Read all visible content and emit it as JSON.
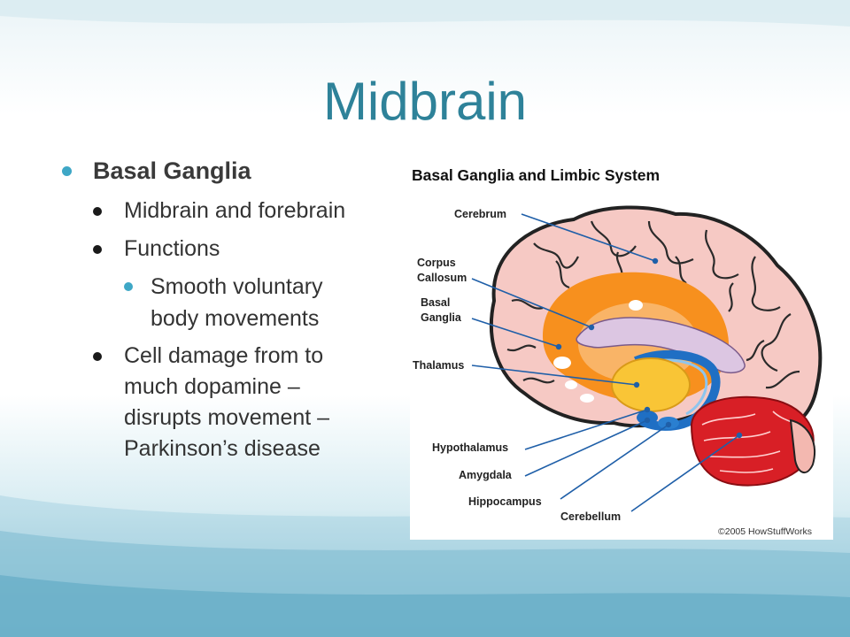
{
  "slide": {
    "title": "Midbrain",
    "bullets": {
      "level1": "Basal Ganglia",
      "sub1": "Midbrain and forebrain",
      "sub2": "Functions",
      "sub3_line1": "Smooth voluntary",
      "sub3_line2": "body movements",
      "sub4_line1": "Cell damage from to",
      "sub4_line2": "much dopamine –",
      "sub4_line3": "disrupts movement –",
      "sub4_line4": "Parkinson’s disease"
    }
  },
  "diagram": {
    "title": "Basal Ganglia and Limbic System",
    "labels": {
      "cerebrum": "Cerebrum",
      "corpus1": "Corpus",
      "corpus2": "Callosum",
      "basal1": "Basal",
      "basal2": "Ganglia",
      "thalamus": "Thalamus",
      "hypothalamus": "Hypothalamus",
      "amygdala": "Amygdala",
      "hippocampus": "Hippocampus",
      "cerebellum": "Cerebellum"
    },
    "copyright": "©2005 HowStuffWorks"
  },
  "colors": {
    "title": "#2e8299",
    "bullet_dot": "#3ea7c6",
    "brain": "#f6c9c4",
    "basal_ganglia": "#f7901e",
    "corpus_callosum": "#dcc6e2",
    "thalamus": "#f9c536",
    "limbic": "#1f6fc4",
    "cerebellum": "#d81f26",
    "pointer": "#1f5fa8"
  }
}
